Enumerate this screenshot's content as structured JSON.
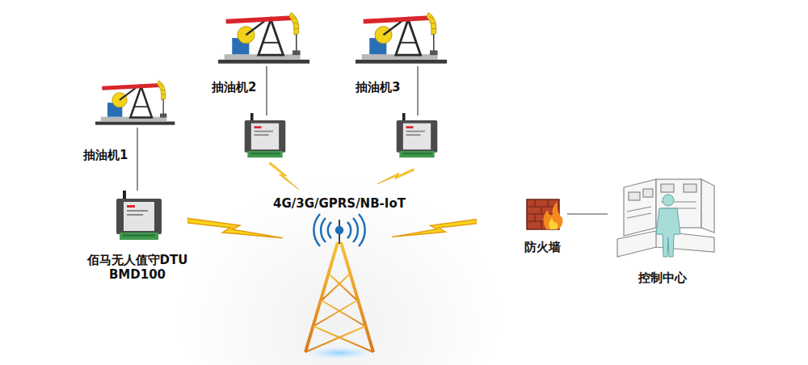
{
  "diagram": {
    "nodes": [
      {
        "text": [
          "抽油机1"
        ]
      },
      {
        "text": [
          "抽油机2"
        ]
      },
      {
        "text": [
          "抽油机3"
        ]
      },
      {
        "text": [
          "佰马无人值守DTU BMD100"
        ]
      },
      {
        "text": [
          "4G/3G/GPRS/NB-IoT"
        ]
      },
      {
        "text": [
          "防火墙"
        ]
      },
      {
        "text": [
          "控制中心"
        ]
      }
    ],
    "edges": [
      {
        "from": 0,
        "to": 3,
        "arrow": "none"
      },
      {
        "from": 5,
        "to": 6,
        "arrow": "none"
      }
    ]
  }
}
